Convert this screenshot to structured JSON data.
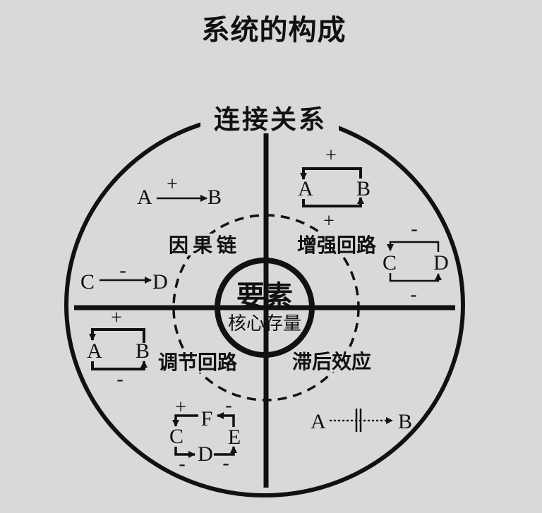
{
  "colors": {
    "background": "#d9d9d9",
    "ink": "#111111",
    "center_fill": "#e5b4c0"
  },
  "title": "系统的构成",
  "ring": {
    "label": "连接关系"
  },
  "center": {
    "primary": "要素",
    "secondary": "核心存量"
  },
  "quadrants": {
    "top_left": "因果链",
    "top_right": "增强回路",
    "bottom_left": "调节回路",
    "bottom_right": "滞后效应"
  },
  "diagrams": {
    "causal_positive": {
      "from": "A",
      "to": "B",
      "sign": "+"
    },
    "causal_negative": {
      "from": "C",
      "to": "D",
      "sign": "-"
    },
    "reinforcing_loop": {
      "left": "A",
      "right": "B",
      "sign_top": "+",
      "sign_bottom": "+"
    },
    "double_negative_loop": {
      "left": "C",
      "right": "D",
      "sign_top": "-",
      "sign_bottom": "-"
    },
    "balancing_loop": {
      "left": "A",
      "right": "B",
      "sign_top": "+",
      "sign_bottom": "-"
    },
    "four_node_loop": {
      "top": "F",
      "left": "C",
      "bottom": "D",
      "right": "E",
      "sign_top_left": "+",
      "sign_top_right": "-",
      "sign_bottom_left": "-",
      "sign_bottom_right": "-"
    },
    "delay_link": {
      "from": "A",
      "to": "B"
    }
  }
}
